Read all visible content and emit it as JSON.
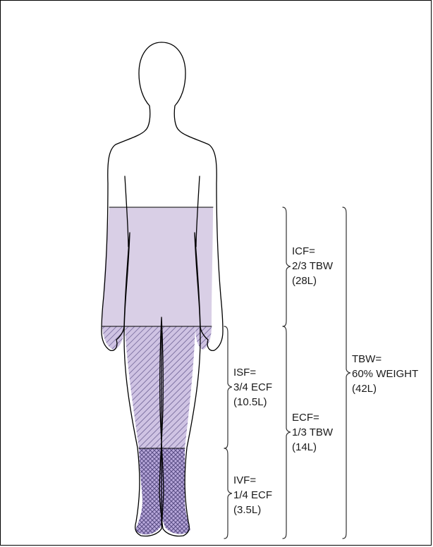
{
  "labels": {
    "icf": {
      "line1": "ICF=",
      "line2": "2/3 TBW",
      "line3": "(28L)"
    },
    "isf": {
      "line1": "ISF=",
      "line2": "3/4 ECF",
      "line3": "(10.5L)"
    },
    "ecf": {
      "line1": "ECF=",
      "line2": "1/3 TBW",
      "line3": "(14L)"
    },
    "ivf": {
      "line1": "IVF=",
      "line2": "1/4 ECF",
      "line3": "(3.5L)"
    },
    "tbw": {
      "line1": "TBW=",
      "line2": "60% WEIGHT",
      "line3": "(42L)"
    }
  },
  "colors": {
    "icf_fill": "#d9cfe6",
    "isf_fill": "#cfc3e3",
    "ivf_fill": "#b9a9dc",
    "hatch": "#5b4f86",
    "outline": "#000000"
  }
}
